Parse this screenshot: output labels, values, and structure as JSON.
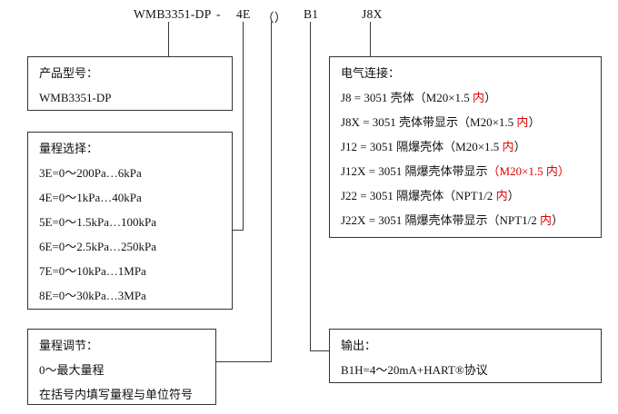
{
  "colors": {
    "black": "#111111",
    "red": "#e00000",
    "line": "#3a3a3a",
    "border": "#333333"
  },
  "code_line": {
    "model": "WMB3351-DP",
    "dash": "-",
    "range_code": "4E",
    "range_value": "（）",
    "output_code": "B1",
    "connection_code": "J8X"
  },
  "product_box": {
    "title": "产品型号：",
    "value": "WMB3351-DP"
  },
  "range_box": {
    "title": "量程选择：",
    "items": [
      "3E=0～200Pa…6kPa",
      "4E=0～1kPa…40kPa",
      "5E=0～1.5kPa…100kPa",
      "6E=0～2.5kPa…250kPa",
      "7E=0～10kPa…1MPa",
      "8E=0～30kPa…3MPa"
    ]
  },
  "adjust_box": {
    "title": "量程调节：",
    "items": [
      "0～最大量程",
      "在括号内填写量程与单位符号"
    ]
  },
  "electrical_box": {
    "title": "电气连接：",
    "items": [
      {
        "segments": [
          {
            "text": "J8 = 3051 壳体（M20×1.5 ",
            "color": "black"
          },
          {
            "text": "内",
            "color": "red"
          },
          {
            "text": "）",
            "color": "black"
          }
        ]
      },
      {
        "segments": [
          {
            "text": "J8X = 3051 壳体带显示（M20×1.5 ",
            "color": "black"
          },
          {
            "text": "内",
            "color": "red"
          },
          {
            "text": "）",
            "color": "black"
          }
        ]
      },
      {
        "segments": [
          {
            "text": "J12 = 3051 隔爆壳体（M20×1.5 ",
            "color": "black"
          },
          {
            "text": "内",
            "color": "red"
          },
          {
            "text": "）",
            "color": "black"
          }
        ]
      },
      {
        "segments": [
          {
            "text": "J12X = 3051 隔爆壳体带显示",
            "color": "black"
          },
          {
            "text": "（M20×1.5 内）",
            "color": "red"
          }
        ]
      },
      {
        "segments": [
          {
            "text": "J22 = 3051 隔爆壳体（NPT1/2 ",
            "color": "black"
          },
          {
            "text": "内",
            "color": "red"
          },
          {
            "text": "）",
            "color": "black"
          }
        ]
      },
      {
        "segments": [
          {
            "text": "J22X = 3051 隔爆壳体带显示（NPT1/2 ",
            "color": "black"
          },
          {
            "text": "内",
            "color": "red"
          },
          {
            "text": "）",
            "color": "black"
          }
        ]
      }
    ]
  },
  "output_box": {
    "title": "输出：",
    "value": "B1H=4～20mA+HART®协议"
  }
}
